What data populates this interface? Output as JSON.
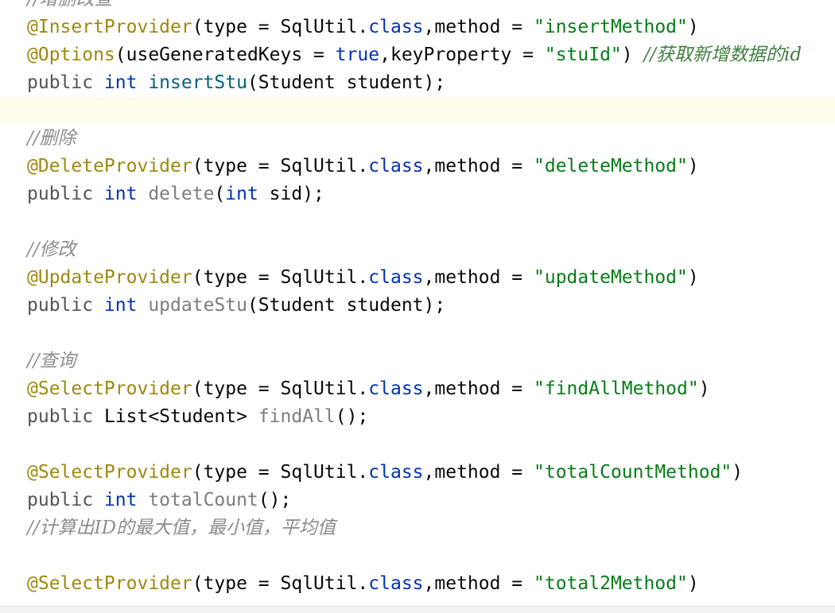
{
  "code": {
    "lines": [
      {
        "id": "l0",
        "segments": [
          {
            "t": "//增删改查",
            "c": "cmt"
          }
        ]
      },
      {
        "id": "l1",
        "segments": [
          {
            "t": "@InsertProvider",
            "c": "ann"
          },
          {
            "t": "(type = SqlUtil.",
            "c": "plain"
          },
          {
            "t": "class",
            "c": "kw"
          },
          {
            "t": ",method = ",
            "c": "plain"
          },
          {
            "t": "\"insertMethod\"",
            "c": "str"
          },
          {
            "t": ")",
            "c": "plain"
          }
        ]
      },
      {
        "id": "l2",
        "segments": [
          {
            "t": "@Options",
            "c": "ann"
          },
          {
            "t": "(useGeneratedKeys = ",
            "c": "plain"
          },
          {
            "t": "true",
            "c": "kw"
          },
          {
            "t": ",keyProperty = ",
            "c": "plain"
          },
          {
            "t": "\"stuId\"",
            "c": "str"
          },
          {
            "t": ") ",
            "c": "plain"
          },
          {
            "t": "//获取新增数据的id",
            "c": "cmt-green"
          }
        ]
      },
      {
        "id": "l3",
        "segments": [
          {
            "t": "public ",
            "c": "mod"
          },
          {
            "t": "int ",
            "c": "kw"
          },
          {
            "t": "insertStu",
            "c": "fn-decl"
          },
          {
            "t": "(Student student);",
            "c": "plain"
          }
        ]
      },
      {
        "id": "l4",
        "segments": [
          {
            "t": "",
            "c": "plain"
          }
        ],
        "current": true
      },
      {
        "id": "l5",
        "segments": [
          {
            "t": "//删除",
            "c": "cmt"
          }
        ]
      },
      {
        "id": "l6",
        "segments": [
          {
            "t": "@DeleteProvider",
            "c": "ann"
          },
          {
            "t": "(type = SqlUtil.",
            "c": "plain"
          },
          {
            "t": "class",
            "c": "kw"
          },
          {
            "t": ",method = ",
            "c": "plain"
          },
          {
            "t": "\"deleteMethod\"",
            "c": "str"
          },
          {
            "t": ")",
            "c": "plain"
          }
        ]
      },
      {
        "id": "l7",
        "segments": [
          {
            "t": "public ",
            "c": "mod"
          },
          {
            "t": "int ",
            "c": "kw"
          },
          {
            "t": "delete",
            "c": "fn-unused"
          },
          {
            "t": "(",
            "c": "plain"
          },
          {
            "t": "int ",
            "c": "kw"
          },
          {
            "t": "sid);",
            "c": "plain"
          }
        ]
      },
      {
        "id": "l8",
        "segments": [
          {
            "t": "",
            "c": "plain"
          }
        ]
      },
      {
        "id": "l9",
        "segments": [
          {
            "t": "//修改",
            "c": "cmt"
          }
        ]
      },
      {
        "id": "l10",
        "segments": [
          {
            "t": "@UpdateProvider",
            "c": "ann"
          },
          {
            "t": "(type = SqlUtil.",
            "c": "plain"
          },
          {
            "t": "class",
            "c": "kw"
          },
          {
            "t": ",method = ",
            "c": "plain"
          },
          {
            "t": "\"updateMethod\"",
            "c": "str"
          },
          {
            "t": ")",
            "c": "plain"
          }
        ]
      },
      {
        "id": "l11",
        "segments": [
          {
            "t": "public ",
            "c": "mod"
          },
          {
            "t": "int ",
            "c": "kw"
          },
          {
            "t": "updateStu",
            "c": "fn-unused"
          },
          {
            "t": "(Student student);",
            "c": "plain"
          }
        ]
      },
      {
        "id": "l12",
        "segments": [
          {
            "t": "",
            "c": "plain"
          }
        ]
      },
      {
        "id": "l13",
        "segments": [
          {
            "t": "//查询",
            "c": "cmt"
          }
        ]
      },
      {
        "id": "l14",
        "segments": [
          {
            "t": "@SelectProvider",
            "c": "ann"
          },
          {
            "t": "(type = SqlUtil.",
            "c": "plain"
          },
          {
            "t": "class",
            "c": "kw"
          },
          {
            "t": ",method = ",
            "c": "plain"
          },
          {
            "t": "\"findAllMethod\"",
            "c": "str"
          },
          {
            "t": ")",
            "c": "plain"
          }
        ]
      },
      {
        "id": "l15",
        "segments": [
          {
            "t": "public ",
            "c": "mod"
          },
          {
            "t": "List<Student> ",
            "c": "plain"
          },
          {
            "t": "findAll",
            "c": "fn-unused"
          },
          {
            "t": "();",
            "c": "plain"
          }
        ]
      },
      {
        "id": "l16",
        "segments": [
          {
            "t": "",
            "c": "plain"
          }
        ]
      },
      {
        "id": "l17",
        "segments": [
          {
            "t": "@SelectProvider",
            "c": "ann"
          },
          {
            "t": "(type = SqlUtil.",
            "c": "plain"
          },
          {
            "t": "class",
            "c": "kw"
          },
          {
            "t": ",method = ",
            "c": "plain"
          },
          {
            "t": "\"totalCountMethod\"",
            "c": "str"
          },
          {
            "t": ")",
            "c": "plain"
          }
        ]
      },
      {
        "id": "l18",
        "segments": [
          {
            "t": "public ",
            "c": "mod"
          },
          {
            "t": "int ",
            "c": "kw"
          },
          {
            "t": "totalCount",
            "c": "fn-unused"
          },
          {
            "t": "();",
            "c": "plain"
          }
        ]
      },
      {
        "id": "l19",
        "segments": [
          {
            "t": "//计算出ID的最大值，最小值，平均值",
            "c": "cmt"
          }
        ]
      },
      {
        "id": "l20",
        "segments": [
          {
            "t": "",
            "c": "plain"
          }
        ]
      },
      {
        "id": "l21",
        "segments": [
          {
            "t": "@SelectProvider",
            "c": "ann"
          },
          {
            "t": "(type = SqlUtil.",
            "c": "plain"
          },
          {
            "t": "class",
            "c": "kw"
          },
          {
            "t": ",method = ",
            "c": "plain"
          },
          {
            "t": "\"total2Method\"",
            "c": "str"
          },
          {
            "t": ")",
            "c": "plain"
          }
        ]
      }
    ]
  },
  "colors": {
    "annotation": "#9e880d",
    "keyword": "#0033b3",
    "string": "#067d17",
    "comment": "#8c8c8c",
    "comment_green": "#3f7f3f",
    "current_line": "#fefcea"
  }
}
